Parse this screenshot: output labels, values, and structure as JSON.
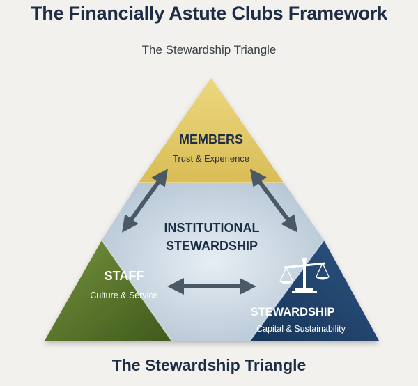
{
  "header": {
    "title": "The Financially Astute Clubs Framework",
    "subtitle": "The Stewardship Triangle"
  },
  "diagram": {
    "top": {
      "title": "MEMBERS",
      "subtitle": "Trust & Experience",
      "color": "#e8cf6e"
    },
    "left": {
      "title": "STAFF",
      "subtitle": "Culture & Service",
      "color": "#5b7a2e"
    },
    "right": {
      "title": "STEWARDSHIP",
      "subtitle": "Capital & Sustainability",
      "color": "#24456d",
      "icon": "scales-icon"
    },
    "center": {
      "line1": "INSTITUTIONAL",
      "line2": "STEWARDSHIP",
      "color": "#c9d6e1"
    },
    "arrows_color": "#4b5866"
  },
  "footer": {
    "caption": "The Stewardship Triangle"
  }
}
